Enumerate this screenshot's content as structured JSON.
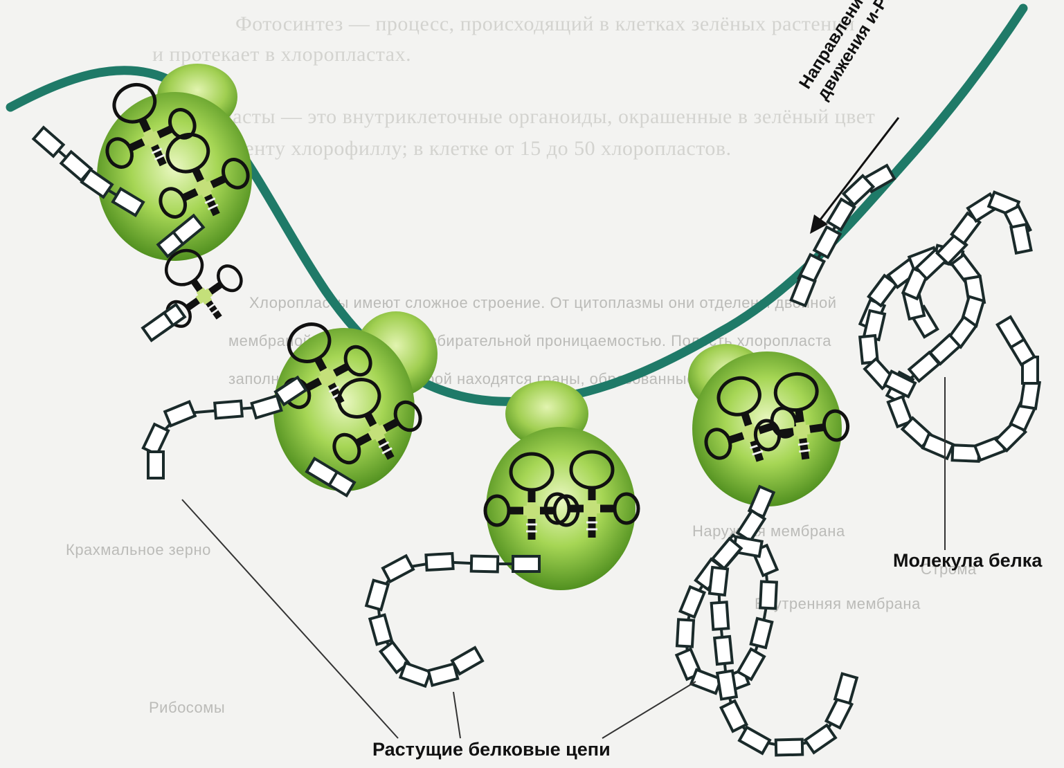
{
  "labels": {
    "mrna_direction_line1": "Направление",
    "mrna_direction_line2": "движения и-РНК",
    "protein_molecule": "Молекула белка",
    "growing_chains": "Растущие белковые цепи"
  },
  "background_text": {
    "line1": "Фотосинтез — процесс, происходящий в клетках зелёных растений",
    "line2": "и протекает в хлоропластах.",
    "line3": "Хлоропласты — это внутриклеточные органоиды, окрашенные в зелёный цвет",
    "line4": "благодаря пигменту хлорофиллу; в клетке от 15 до 50 хлоропластов.",
    "line5": "Хлоропласты имеют сложное строение. От цитоплазмы они отделены двойной",
    "line6": "мембраной, обладающей избирательной проницаемостью. Полость хлоропласта",
    "line7": "заполнена стромой, в которой находятся граны, образованные мембраной.",
    "small1": "Наружная мембрана",
    "small2": "Крахмальное зерно",
    "small3": "Внутренняя мембрана",
    "small4": "Строма",
    "small5": "Рибосомы"
  },
  "colors": {
    "mrna_strand": "#1f7a68",
    "ribosome_light": "#d2ec92",
    "ribosome_dark": "#3b7e12",
    "protein_link_fill": "#ffffff",
    "protein_link_stroke": "#1a2a2a"
  },
  "icons": {
    "direction_arrow": "arrow-icon",
    "trna": "trna-icon"
  }
}
